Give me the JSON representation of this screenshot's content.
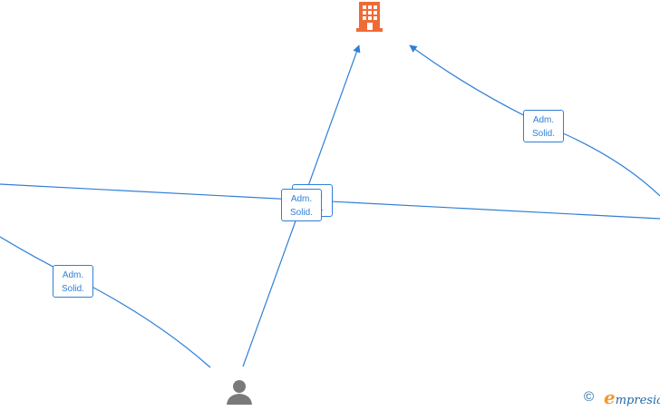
{
  "edges": [
    {
      "label_line1": "Adm.",
      "label_line2": "Solid."
    },
    {
      "label_line1": "Adm.",
      "label_line2": "Solid."
    },
    {
      "label_line1": "Adm.",
      "label_line2": "Solid."
    },
    {
      "label_line1": "Adm.",
      "label_line2": "Solid."
    }
  ],
  "nodes": {
    "company_icon": "building-icon",
    "person_icon": "person-icon"
  },
  "colors": {
    "edge": "#2f7fd8",
    "company": "#f06a35",
    "person": "#7a7a7a"
  },
  "footer": {
    "copyright": "©",
    "brand_initial": "e",
    "brand_rest": "mpresia"
  }
}
